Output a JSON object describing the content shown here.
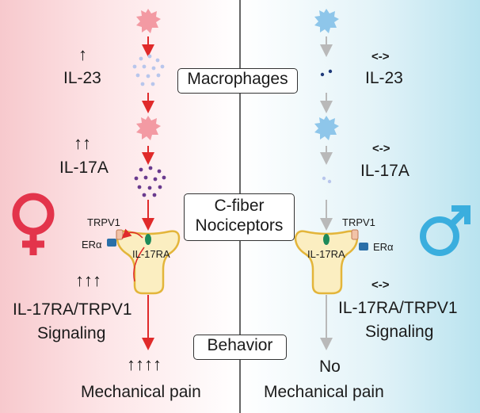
{
  "center_labels": {
    "macrophages": "Macrophages",
    "c_fiber_line1": "C-fiber",
    "c_fiber_line2": "Nociceptors",
    "behavior": "Behavior"
  },
  "female": {
    "il23_change": "↑",
    "il23": "IL-23",
    "il17a_change": "↑↑",
    "il17a": "IL-17A",
    "trpv1": "TRPV1",
    "era": "ERα",
    "il17ra": "IL-17RA",
    "signaling_change": "↑↑↑",
    "signaling_line1": "IL-17RA/TRPV1",
    "signaling_line2": "Signaling",
    "pain_change": "↑↑↑↑",
    "pain": "Mechanical pain"
  },
  "male": {
    "il23_change": "<->",
    "il23": "IL-23",
    "il17a_change": "<->",
    "il17a": "IL-17A",
    "trpv1": "TRPV1",
    "era": "ERα",
    "il17ra": "IL-17RA",
    "signaling_change": "<->",
    "signaling_line1": "IL-17RA/TRPV1",
    "signaling_line2": "Signaling",
    "pain_line1": "No",
    "pain_line2": "Mechanical pain"
  },
  "colors": {
    "female_accent": "#e3344b",
    "male_accent": "#3aaede",
    "female_macrophage": "#f39aa3",
    "male_macrophage": "#8ec6ea",
    "il23_dot": "#b8c6ec",
    "il17a_dot": "#6a3a8e",
    "neuron_fill": "#fbeec1",
    "neuron_stroke": "#e3b53a",
    "receptor": "#1e8a5a",
    "era_box": "#2a6fa8",
    "female_arrow": "#e02a2a",
    "male_arrow": "#b9b9b9"
  },
  "icons": [
    "female-symbol-icon",
    "male-symbol-icon",
    "macrophage-icon",
    "neuron-icon"
  ]
}
